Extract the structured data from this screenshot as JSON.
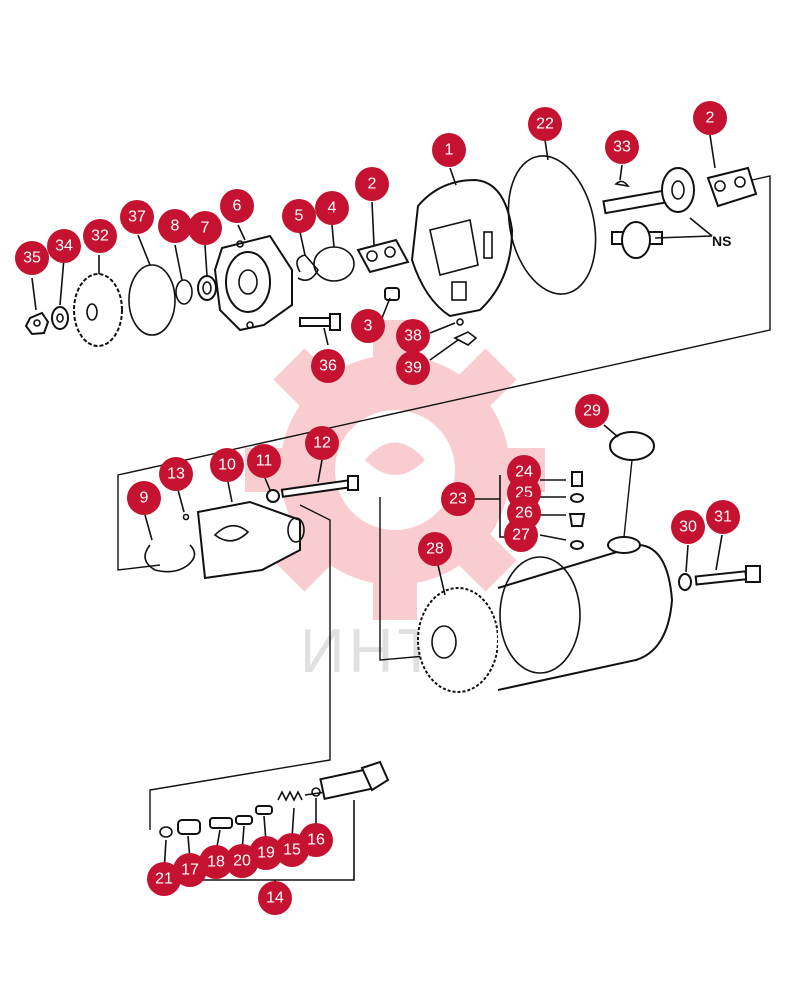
{
  "watermark": {
    "text": "ИНТЕ",
    "color": "#e8202a"
  },
  "callout_color": "#c41230",
  "annotation": "NS",
  "callouts": [
    {
      "label": "1"
    },
    {
      "label": "2"
    },
    {
      "label": "2"
    },
    {
      "label": "3"
    },
    {
      "label": "4"
    },
    {
      "label": "5"
    },
    {
      "label": "6"
    },
    {
      "label": "7"
    },
    {
      "label": "8"
    },
    {
      "label": "9"
    },
    {
      "label": "10"
    },
    {
      "label": "11"
    },
    {
      "label": "12"
    },
    {
      "label": "13"
    },
    {
      "label": "14"
    },
    {
      "label": "15"
    },
    {
      "label": "16"
    },
    {
      "label": "17"
    },
    {
      "label": "18"
    },
    {
      "label": "19"
    },
    {
      "label": "20"
    },
    {
      "label": "21"
    },
    {
      "label": "22"
    },
    {
      "label": "23"
    },
    {
      "label": "24"
    },
    {
      "label": "25"
    },
    {
      "label": "26"
    },
    {
      "label": "27"
    },
    {
      "label": "28"
    },
    {
      "label": "29"
    },
    {
      "label": "30"
    },
    {
      "label": "31"
    },
    {
      "label": "32"
    },
    {
      "label": "33"
    },
    {
      "label": "34"
    },
    {
      "label": "35"
    },
    {
      "label": "36"
    },
    {
      "label": "37"
    },
    {
      "label": "38"
    },
    {
      "label": "39"
    }
  ]
}
